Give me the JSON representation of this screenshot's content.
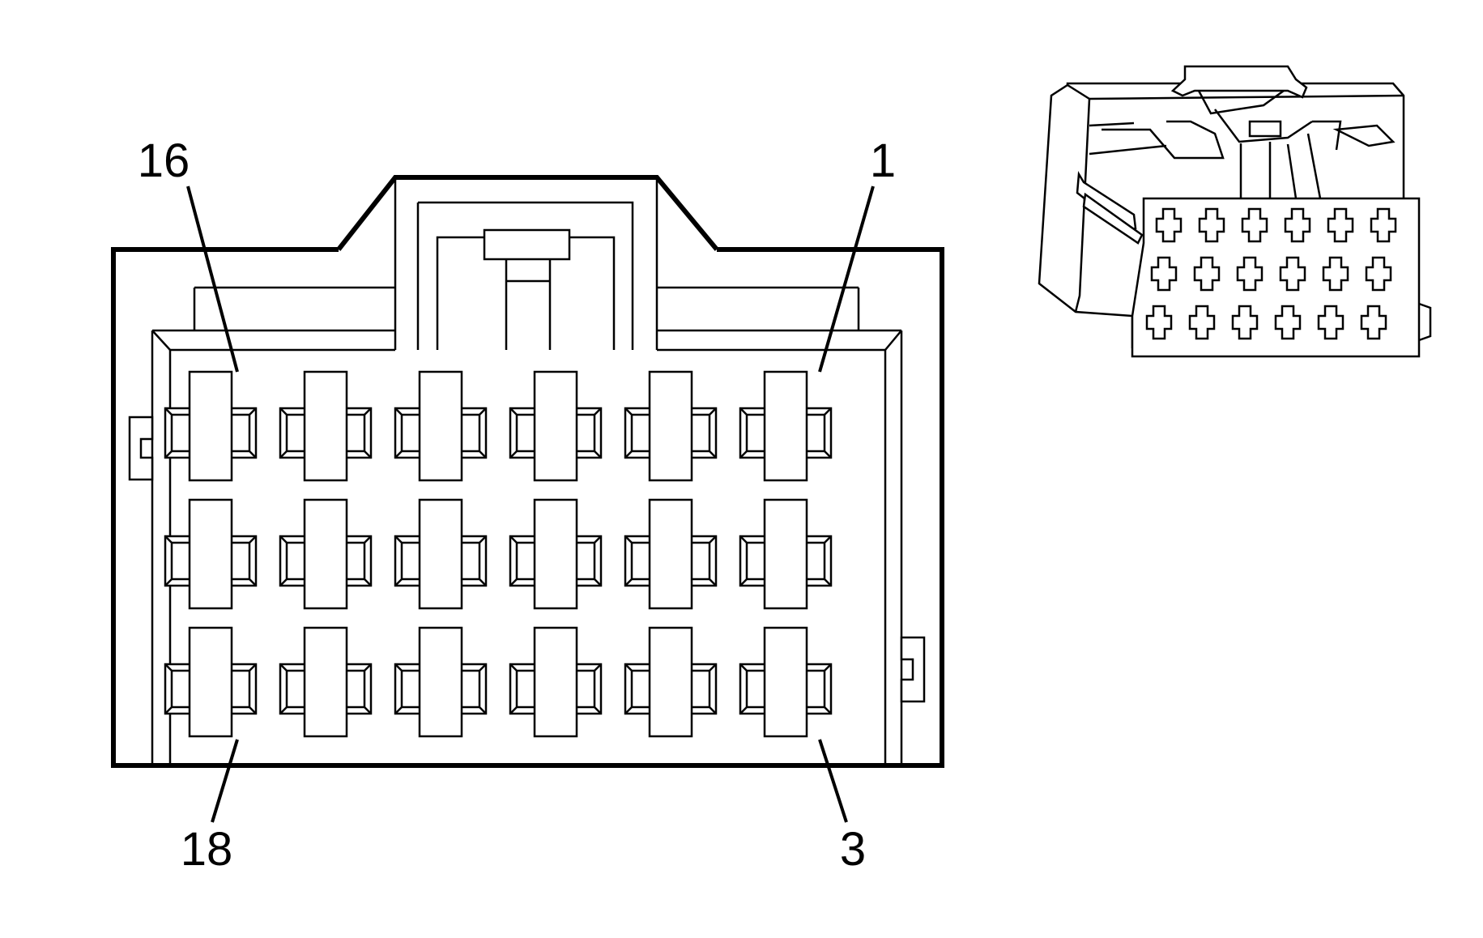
{
  "diagram": {
    "type": "connector-face-view",
    "pin_rows": 3,
    "pin_columns": 6,
    "pin_labels": {
      "top_left": "16",
      "top_right": "1",
      "bottom_left": "18",
      "bottom_right": "3"
    },
    "colors": {
      "line": "#000000",
      "background": "#ffffff"
    }
  }
}
